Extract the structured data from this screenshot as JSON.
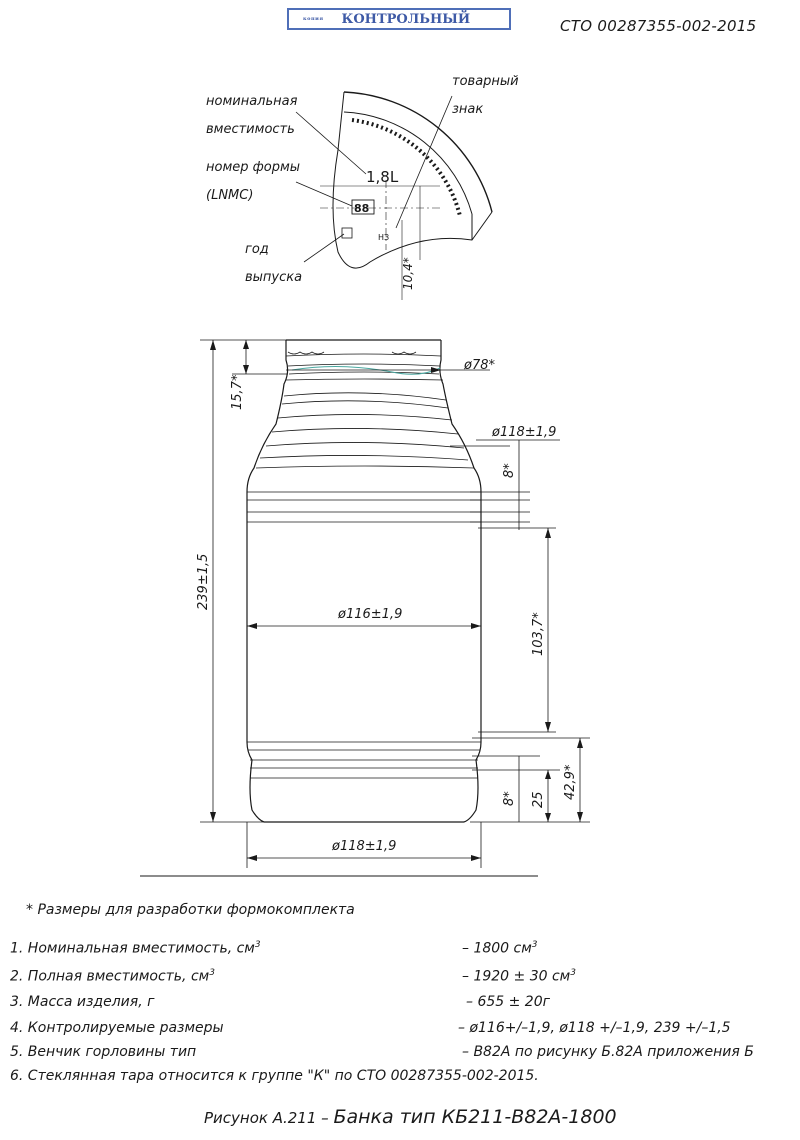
{
  "stamp": {
    "small": "копия",
    "text": "КОНТРОЛЬНЫЙ"
  },
  "standard": "СТО 00287355-002-2015",
  "detail": {
    "nominal_label": [
      "номинальная",
      "вместимость"
    ],
    "form_label": [
      "номер формы",
      "(LNMC)"
    ],
    "year_label": [
      "год",
      "выпуска"
    ],
    "trademark_label": [
      "товарный",
      "знак"
    ],
    "capacity_mark": "1,8L",
    "form_digits": "88",
    "dim_10_4": "10,4*",
    "trademark_glyph": "НЗ"
  },
  "dims": {
    "d78": "ø78*",
    "d15_7": "15,7*",
    "d118_top": "ø118±1,9",
    "d8_top": "8*",
    "d239": "239±1,5",
    "d116": "ø116±1,9",
    "d103_7": "103,7*",
    "d8_bottom": "8*",
    "d25": "25",
    "d42_9": "42,9*",
    "d118_bottom": "ø118±1,9"
  },
  "note": "* Размеры для разработки формокомплекта",
  "specs": [
    {
      "label": "1. Номинальная вместимость, см",
      "sup": "3",
      "value": "–  1800 см",
      "vsup": "3"
    },
    {
      "label": "2. Полная вместимость, см",
      "sup": "3",
      "value": "–  1920 ± 30 см",
      "vsup": "3"
    },
    {
      "label": "3. Масса изделия, г",
      "sup": "",
      "value": "–  655 ± 20г",
      "vsup": ""
    },
    {
      "label": "4. Контролируемые размеры",
      "sup": "",
      "value": "–  ø116+/–1,9, ø118 +/–1,9, 239 +/–1,5",
      "vsup": ""
    },
    {
      "label": "5. Венчик горловины тип",
      "sup": "",
      "value": "–  В82А по рисунку Б.82А приложения Б",
      "vsup": ""
    },
    {
      "label": "6. Стеклянная тара относится к группе \"К\" по СТО 00287355-002-2015.",
      "sup": "",
      "value": "",
      "vsup": ""
    }
  ],
  "caption": {
    "prefix": "Рисунок А.211 – ",
    "name": "Банка тип КБ211-В82А-1800"
  }
}
